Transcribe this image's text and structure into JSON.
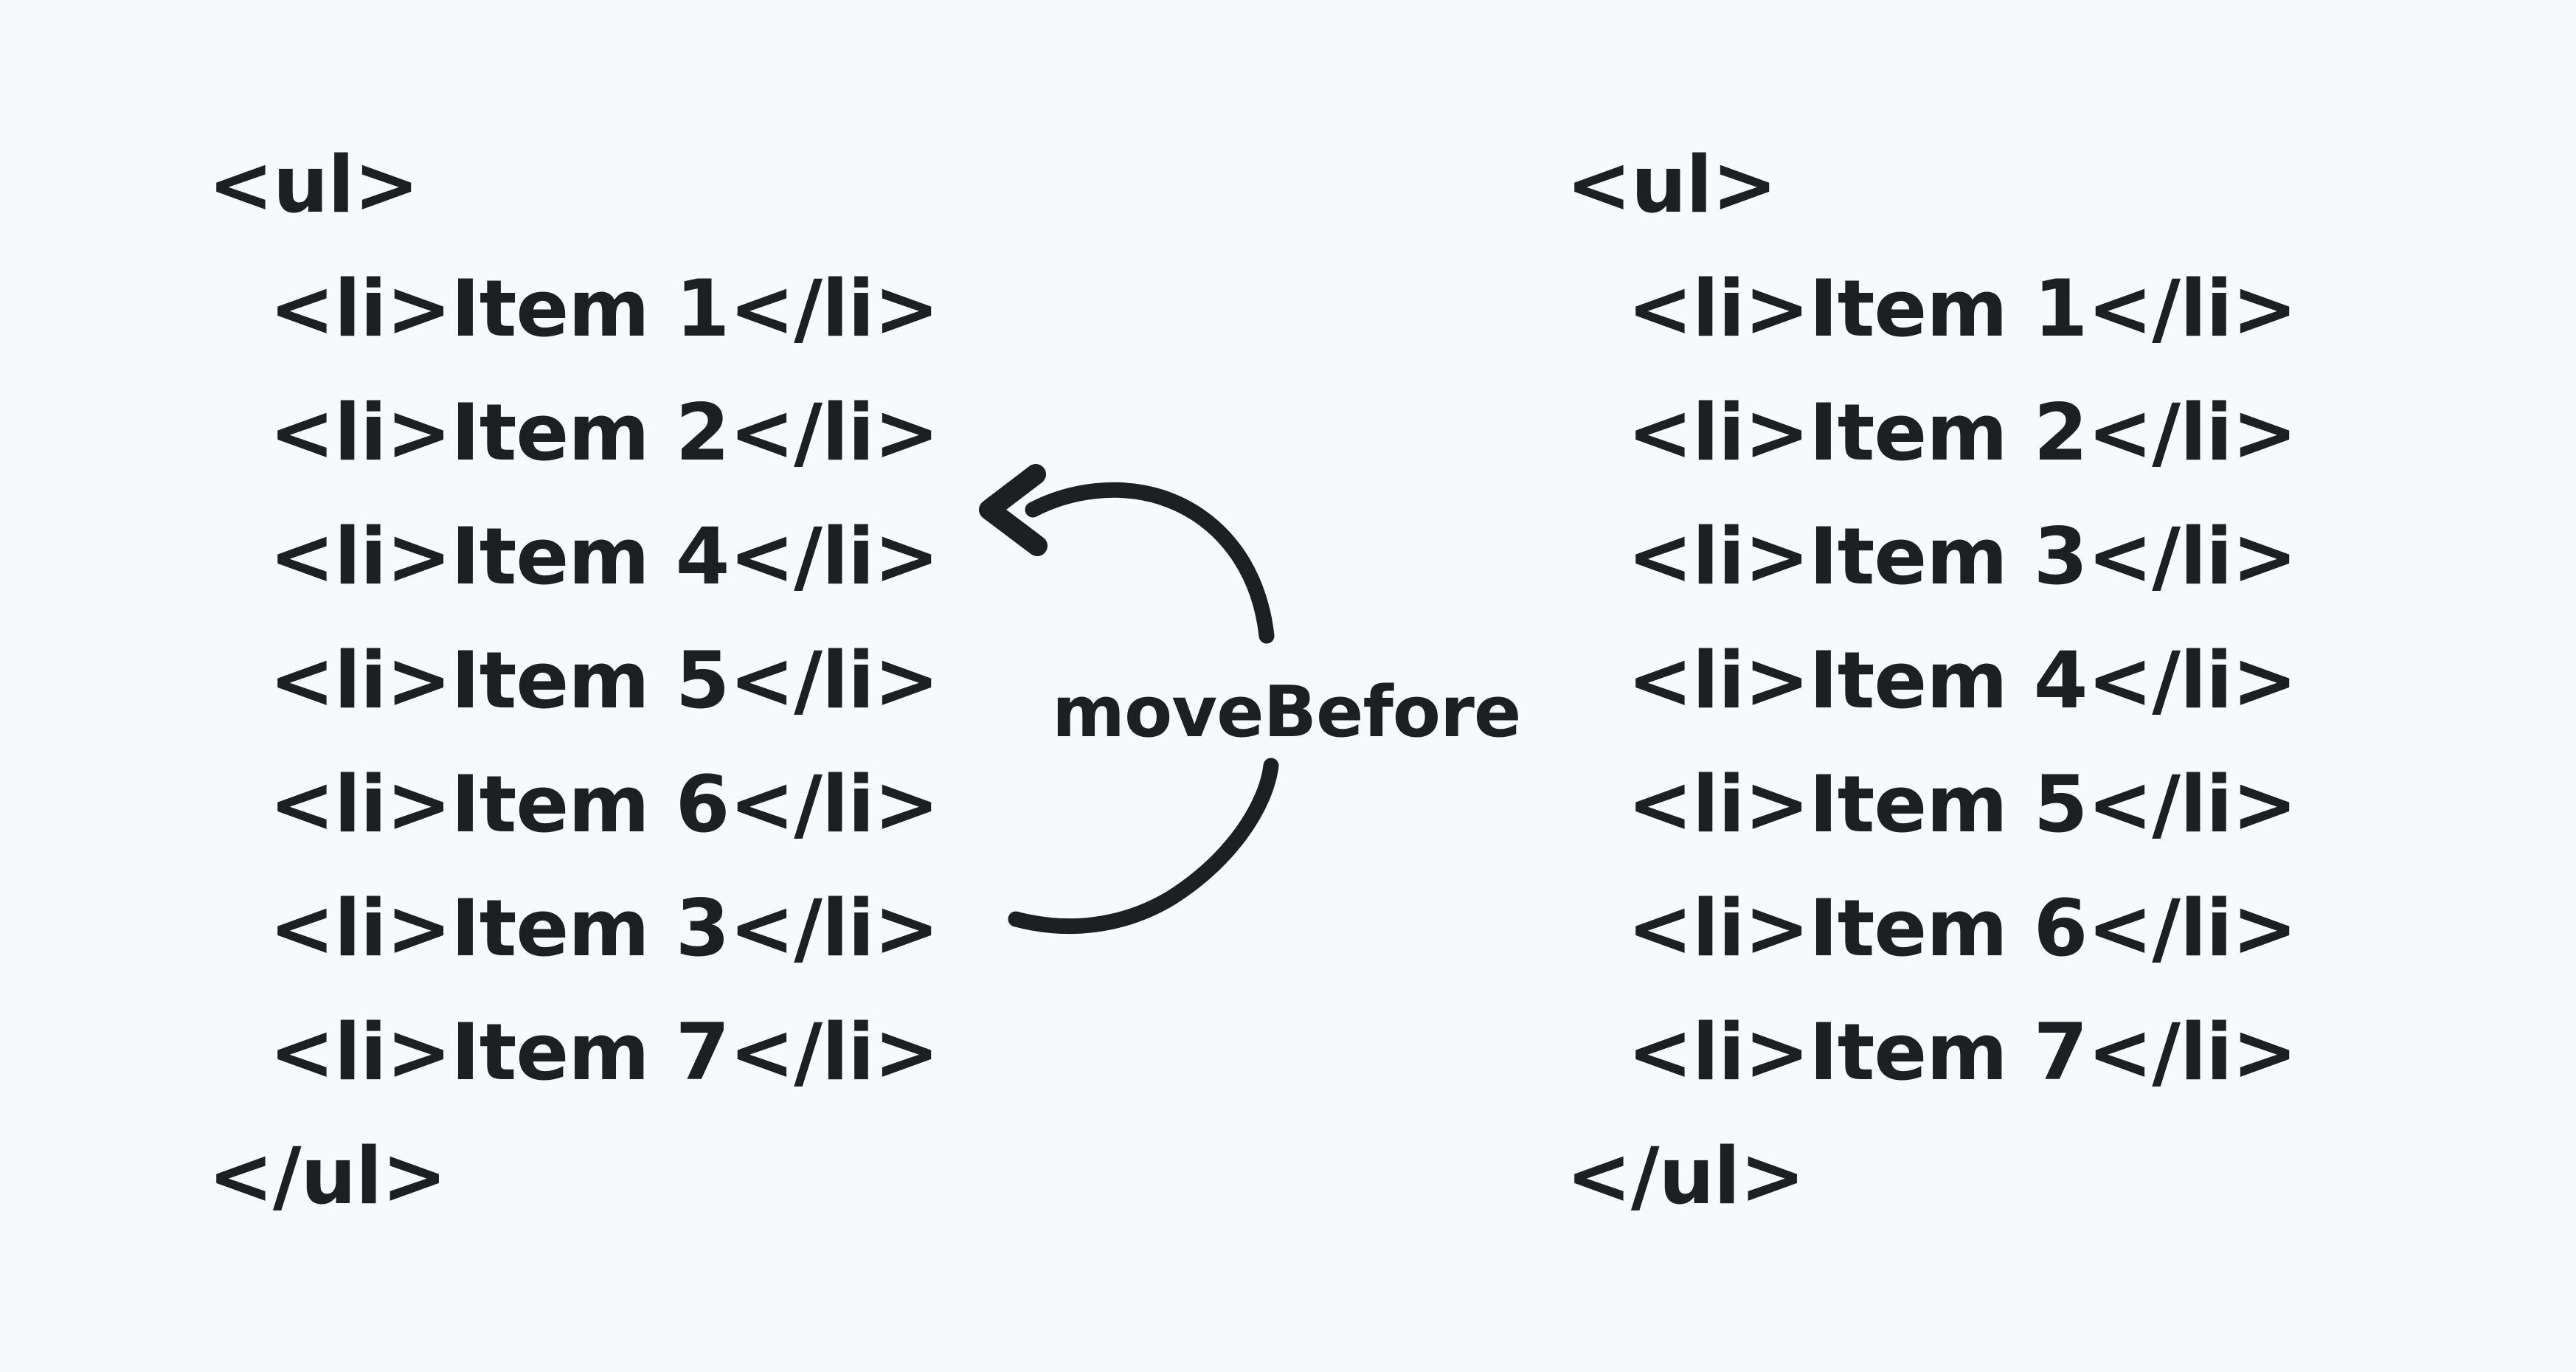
{
  "colors": {
    "background": "#f8f9fa",
    "ink": "#1e1f22",
    "green": "#4b9571"
  },
  "left_code": {
    "lines": [
      {
        "type": "tag",
        "text": "<ul>"
      },
      {
        "type": "item",
        "prefix": "<li>Item ",
        "num": "1",
        "suffix": "</li>",
        "circled": true,
        "arrow_source": false
      },
      {
        "type": "item",
        "prefix": "<li>Item ",
        "num": "2",
        "suffix": "</li>",
        "circled": true,
        "arrow_source": false
      },
      {
        "type": "item",
        "prefix": "<li>Item ",
        "num": "4",
        "suffix": "</li>",
        "circled": true,
        "arrow_source": false
      },
      {
        "type": "item",
        "prefix": "<li>Item ",
        "num": "5",
        "suffix": "</li>",
        "circled": true,
        "arrow_source": false
      },
      {
        "type": "item",
        "prefix": "<li>Item ",
        "num": "6",
        "suffix": "</li>",
        "circled": true,
        "arrow_source": false
      },
      {
        "type": "item",
        "prefix": "<li>Item ",
        "num": "3",
        "suffix": "</li>",
        "circled": false,
        "arrow_source": true
      },
      {
        "type": "item",
        "prefix": "<li>Item ",
        "num": "7",
        "suffix": "</li>",
        "circled": true,
        "arrow_source": false
      },
      {
        "type": "tag",
        "text": "</ul>"
      }
    ]
  },
  "right_code": {
    "lines": [
      {
        "type": "tag",
        "text": "<ul>"
      },
      {
        "type": "item",
        "prefix": "<li>Item ",
        "num": "1",
        "suffix": "</li>",
        "circled": false,
        "arrow_source": false
      },
      {
        "type": "item",
        "prefix": "<li>Item ",
        "num": "2",
        "suffix": "</li>",
        "circled": false,
        "arrow_source": false
      },
      {
        "type": "item",
        "prefix": "<li>Item ",
        "num": "3",
        "suffix": "</li>",
        "circled": false,
        "arrow_source": false
      },
      {
        "type": "item",
        "prefix": "<li>Item ",
        "num": "4",
        "suffix": "</li>",
        "circled": false,
        "arrow_source": false
      },
      {
        "type": "item",
        "prefix": "<li>Item ",
        "num": "5",
        "suffix": "</li>",
        "circled": false,
        "arrow_source": false
      },
      {
        "type": "item",
        "prefix": "<li>Item ",
        "num": "6",
        "suffix": "</li>",
        "circled": false,
        "arrow_source": false
      },
      {
        "type": "item",
        "prefix": "<li>Item ",
        "num": "7",
        "suffix": "</li>",
        "circled": false,
        "arrow_source": false
      },
      {
        "type": "tag",
        "text": "</ul>"
      }
    ]
  },
  "annotation": {
    "label": "moveBefore"
  }
}
